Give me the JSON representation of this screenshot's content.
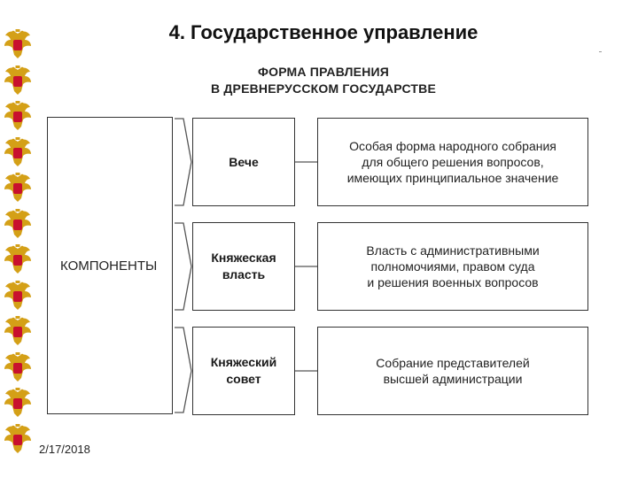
{
  "slide": {
    "title": "4. Государственное управление",
    "date": "2/17/2018"
  },
  "diagram": {
    "title_line1": "ФОРМА ПРАВЛЕНИЯ",
    "title_line2": "В ДРЕВНЕРУССКОМ ГОСУДАРСТВЕ",
    "root_label": "КОМПОНЕНТЫ",
    "components": [
      {
        "name": "Вече",
        "description": "Особая форма народного собрания\nдля общего решения вопросов,\nимеющих принципиальное значение"
      },
      {
        "name": "Княжеская\nвласть",
        "description": "Власть с административными\nполномочиями, правом суда\nи решения военных вопросов"
      },
      {
        "name": "Княжеский\nсовет",
        "description": "Собрание представителей\nвысшей администрации"
      }
    ]
  },
  "decor": {
    "emblem_icon": "double-headed-eagle-icon",
    "emblem_color_primary": "#c8102e",
    "emblem_color_secondary": "#d4a017"
  }
}
